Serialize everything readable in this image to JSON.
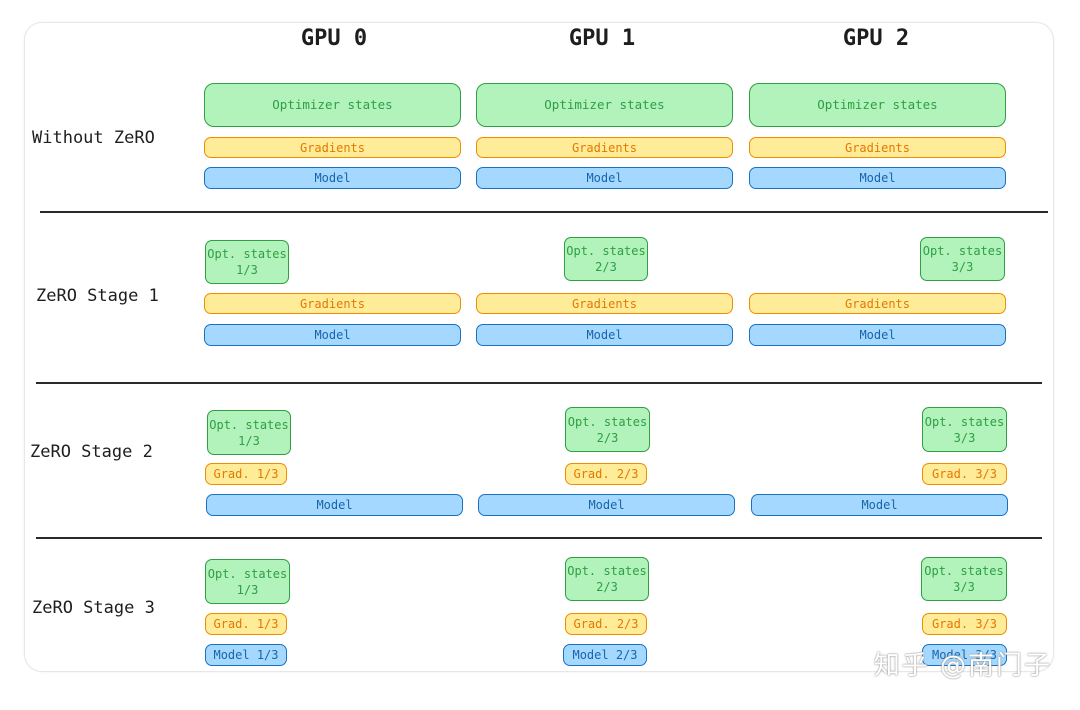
{
  "headers": [
    "GPU 0",
    "GPU 1",
    "GPU 2"
  ],
  "rows": [
    {
      "label": "Without ZeRO",
      "optimizer": [
        "Optimizer states",
        "Optimizer states",
        "Optimizer states"
      ],
      "gradients": [
        "Gradients",
        "Gradients",
        "Gradients"
      ],
      "model": [
        "Model",
        "Model",
        "Model"
      ]
    },
    {
      "label": "ZeRO Stage 1",
      "optimizer": [
        "Opt. states\n1/3",
        "Opt. states\n2/3",
        "Opt. states\n3/3"
      ],
      "gradients": [
        "Gradients",
        "Gradients",
        "Gradients"
      ],
      "model": [
        "Model",
        "Model",
        "Model"
      ]
    },
    {
      "label": "ZeRO Stage 2",
      "optimizer": [
        "Opt. states\n1/3",
        "Opt. states\n2/3",
        "Opt. states\n3/3"
      ],
      "gradients": [
        "Grad. 1/3",
        "Grad. 2/3",
        "Grad. 3/3"
      ],
      "model": [
        "Model",
        "Model",
        "Model"
      ]
    },
    {
      "label": "ZeRO Stage 3",
      "optimizer": [
        "Opt. states\n1/3",
        "Opt. states\n2/3",
        "Opt. states\n3/3"
      ],
      "gradients": [
        "Grad. 1/3",
        "Grad. 2/3",
        "Grad. 3/3"
      ],
      "model": [
        "Model 1/3",
        "Model 2/3",
        "Model 3/3"
      ]
    }
  ],
  "watermark": "知乎 @南门子",
  "colors": {
    "optimizer_fill": "#b2f2bb",
    "optimizer_stroke": "#2f9e44",
    "gradients_fill": "#ffec99",
    "gradients_stroke": "#f08c00",
    "model_fill": "#a5d8ff",
    "model_stroke": "#1971c2"
  }
}
